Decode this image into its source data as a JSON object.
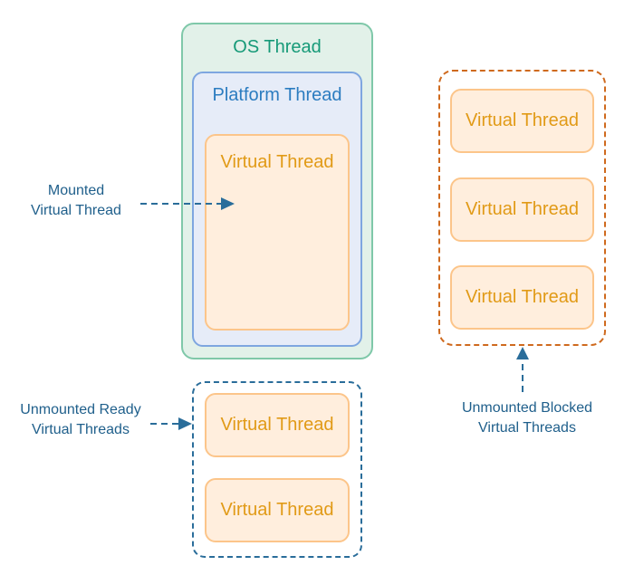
{
  "os_thread": {
    "title": "OS Thread"
  },
  "platform_thread": {
    "title": "Platform Thread"
  },
  "mounted_virtual_thread": {
    "title": "Virtual Thread"
  },
  "unmounted_ready": {
    "caption_line1": "Unmounted Ready",
    "caption_line2": "Virtual Threads",
    "threads": [
      "Virtual Thread",
      "Virtual Thread"
    ]
  },
  "unmounted_blocked": {
    "caption_line1": "Unmounted Blocked",
    "caption_line2": "Virtual Threads",
    "threads": [
      "Virtual Thread",
      "Virtual Thread",
      "Virtual Thread"
    ]
  },
  "mounted_caption": {
    "line1": "Mounted",
    "line2": "Virtual Thread"
  },
  "colors": {
    "os_thread_border": "#7fc8a9",
    "os_thread_fill": "#e2f1e9",
    "os_thread_text": "#169a78",
    "platform_border": "#7ea6e0",
    "platform_fill": "#e6ecf8",
    "platform_text": "#2b7cc0",
    "virtual_border": "#fcc58a",
    "virtual_fill": "#ffeedd",
    "virtual_text": "#e19a16",
    "ready_group_border": "#2a6d9a",
    "blocked_group_border": "#cf6a1e",
    "caption_text": "#1f5f8b"
  }
}
